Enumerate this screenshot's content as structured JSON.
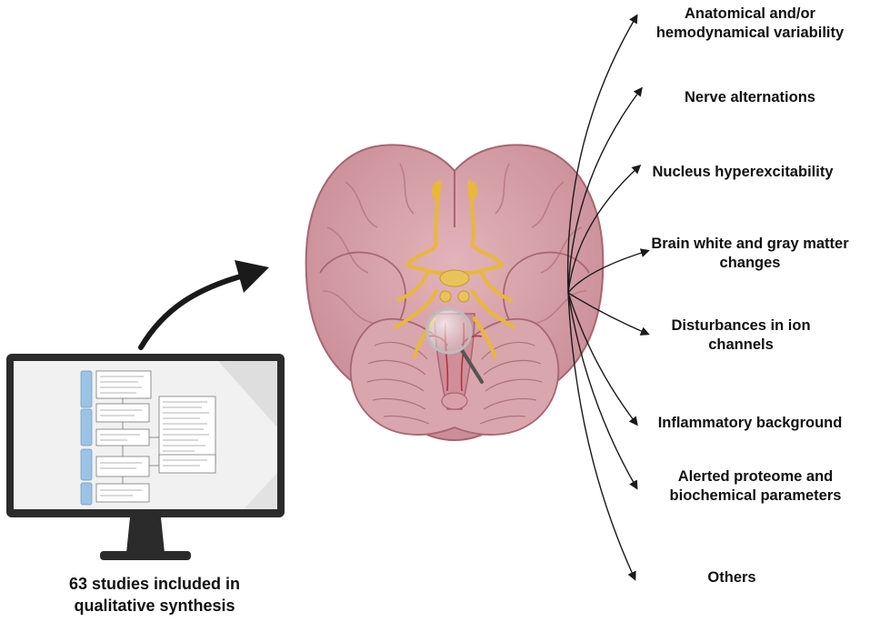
{
  "caption": {
    "line1": "63 studies included in",
    "line2": "qualitative synthesis"
  },
  "outcomes": [
    {
      "line1": "Anatomical and/or",
      "line2": "hemodynamical variability"
    },
    {
      "line1": "Nerve alternations",
      "line2": ""
    },
    {
      "line1": "Nucleus hyperexcitability",
      "line2": ""
    },
    {
      "line1": "Brain white and gray matter",
      "line2": "changes"
    },
    {
      "line1": "Disturbances in ion",
      "line2": "channels"
    },
    {
      "line1": "Inflammatory background",
      "line2": ""
    },
    {
      "line1": "Alerted proteome and",
      "line2": "biochemical parameters"
    },
    {
      "line1": "Others",
      "line2": ""
    }
  ],
  "colors": {
    "brain": "#d7a0a8",
    "brain_outline": "#a86670",
    "nerves": "#e8b83a",
    "monitor": "#2b2b2b",
    "flow_tab": "#9cc3e6",
    "arrow": "#1a1a1a"
  }
}
